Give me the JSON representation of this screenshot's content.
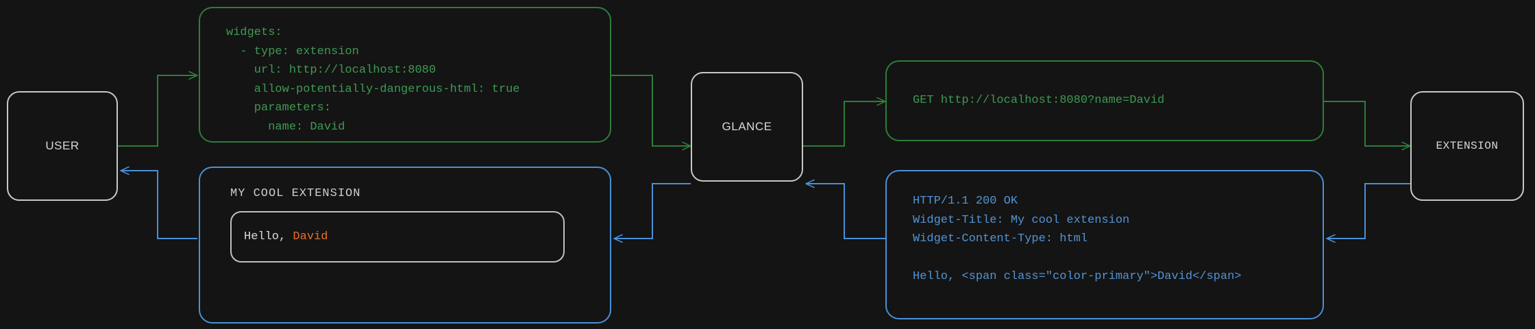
{
  "theme": {
    "background": "#141414",
    "node_border": "#c8c8c8",
    "node_text": "#d8d8d8",
    "request_color": "#3e9a53",
    "response_color": "#5294d6",
    "accent_color": "#e8702a"
  },
  "nodes": {
    "user": {
      "label": "USER"
    },
    "glance": {
      "label": "GLANCE"
    },
    "extension": {
      "label": "EXTENSION"
    }
  },
  "panels": {
    "config": {
      "kind": "request",
      "code": "widgets:\n  - type: extension\n    url: http://localhost:8080\n    allow-potentially-dangerous-html: true\n    parameters:\n      name: David"
    },
    "http_request": {
      "kind": "request",
      "code": "GET http://localhost:8080?name=David"
    },
    "http_response": {
      "kind": "response",
      "code": "HTTP/1.1 200 OK\nWidget-Title: My cool extension\nWidget-Content-Type: html\n\nHello, <span class=\"color-primary\">David</span>"
    },
    "widget_preview": {
      "kind": "response",
      "title": "MY COOL EXTENSION",
      "greeting_prefix": "Hello, ",
      "greeting_name": "David"
    }
  },
  "edges": [
    {
      "name": "user-to-config",
      "kind": "request",
      "from": "user",
      "to": "config"
    },
    {
      "name": "config-to-glance",
      "kind": "request",
      "from": "config",
      "to": "glance"
    },
    {
      "name": "glance-to-http-request",
      "kind": "request",
      "from": "glance",
      "to": "http_request"
    },
    {
      "name": "http-request-to-extension",
      "kind": "request",
      "from": "http_request",
      "to": "extension"
    },
    {
      "name": "extension-to-http-response",
      "kind": "response",
      "from": "extension",
      "to": "http_response"
    },
    {
      "name": "http-response-to-glance",
      "kind": "response",
      "from": "http_response",
      "to": "glance"
    },
    {
      "name": "glance-to-widget",
      "kind": "response",
      "from": "glance",
      "to": "widget_preview"
    },
    {
      "name": "widget-to-user",
      "kind": "response",
      "from": "widget_preview",
      "to": "user"
    }
  ]
}
